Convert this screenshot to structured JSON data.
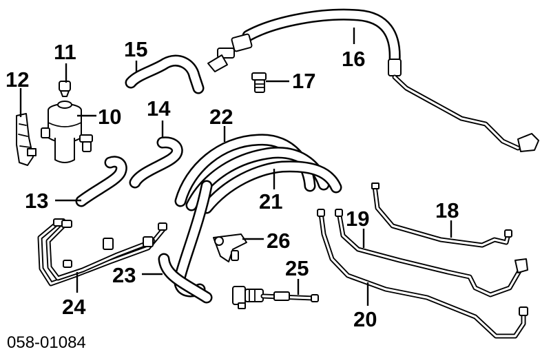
{
  "diagram": {
    "document_number": "058-01084",
    "callouts": {
      "p10": "10",
      "p11": "11",
      "p12": "12",
      "p13": "13",
      "p14": "14",
      "p15": "15",
      "p16": "16",
      "p17": "17",
      "p18": "18",
      "p19": "19",
      "p20": "20",
      "p21": "21",
      "p22": "22",
      "p23": "23",
      "p24": "24",
      "p25": "25",
      "p26": "26"
    }
  }
}
